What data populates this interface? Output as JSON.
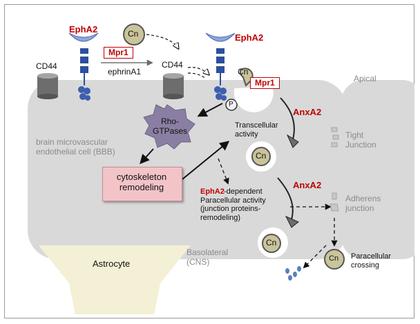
{
  "labels": {
    "epha2_left": "EphA2",
    "epha2_right": "EphA2",
    "cd44_left": "CD44",
    "cd44_right": "CD44",
    "mpr1_top": "Mpr1",
    "mpr1_cell": "Mpr1",
    "ephrin": "ephrinA1",
    "cn": "Cn",
    "p": "P",
    "rho_gtpases": "Rho-\nGTPases",
    "cytoskeleton": "cytoskeleton\nremodeling",
    "bbb_cell": "brain microvascular\nendothelial cell (BBB)",
    "transcellular": "Transcellular\nactivity",
    "anxa2_top": "AnxA2",
    "anxa2_bottom": "AnxA2",
    "epha2_dependent": "EphA2",
    "paracellular_rest": "-dependent\nParacellular activity\n(junction proteins-\nremodeling)",
    "apical": "Apical",
    "tight_junction": "Tight\nJunction",
    "adherens_junction": "Adherens\njunction",
    "basolateral": "Basolateral\n(CNS)",
    "astrocyte": "Astrocyte",
    "paracellular_crossing": "Paracellular\ncrossing"
  },
  "colors": {
    "epha2_red": "#c00000",
    "cell_gray": "#d9d9d9",
    "cn_fill": "#c9c49a",
    "receptor_blue": "#2d4f9e",
    "pink_box": "#f2c4c8",
    "rho_purple": "#8a7fa3",
    "astrocyte": "#f4f0d6"
  }
}
